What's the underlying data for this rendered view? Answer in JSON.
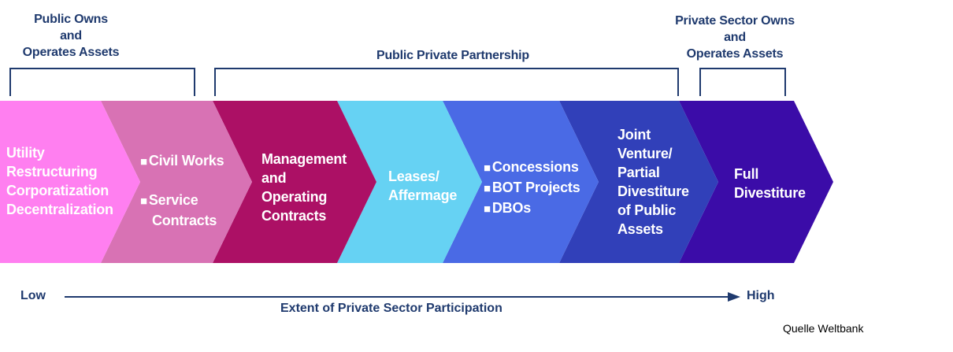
{
  "headers": {
    "public": [
      "Public Owns",
      "and",
      "Operates Assets"
    ],
    "ppp": "Public Private Partnership",
    "private": [
      "Private Sector Owns",
      "and",
      "Operates Assets"
    ]
  },
  "segments": [
    {
      "color": "#ff7ff0",
      "lines": [
        "Utility",
        "Restructuring",
        "Corporatization",
        "Decentralization"
      ],
      "bullets": []
    },
    {
      "color": "#d872b4",
      "lines": [],
      "bullets": [
        [
          "Civil Works"
        ],
        [
          "Service",
          "Contracts"
        ]
      ]
    },
    {
      "color": "#ac1065",
      "lines": [
        "Management",
        "and",
        "Operating",
        "Contracts"
      ],
      "bullets": []
    },
    {
      "color": "#66d2f3",
      "lines": [
        "Leases/",
        "Affermage"
      ],
      "bullets": []
    },
    {
      "color": "#4a6ae5",
      "lines": [],
      "bullets": [
        [
          "Concessions"
        ],
        [
          "BOT Projects"
        ],
        [
          "DBOs"
        ]
      ]
    },
    {
      "color": "#3140b9",
      "lines": [
        "Joint",
        "Venture/",
        "Partial",
        "Divestiture",
        "of Public",
        "Assets"
      ],
      "bullets": []
    },
    {
      "color": "#3b0ca8",
      "lines": [
        "Full",
        "Divestiture"
      ],
      "bullets": []
    }
  ],
  "axis": {
    "low": "Low",
    "high": "High",
    "title": "Extent of Private Sector Participation"
  },
  "source": "Quelle  Weltbank"
}
